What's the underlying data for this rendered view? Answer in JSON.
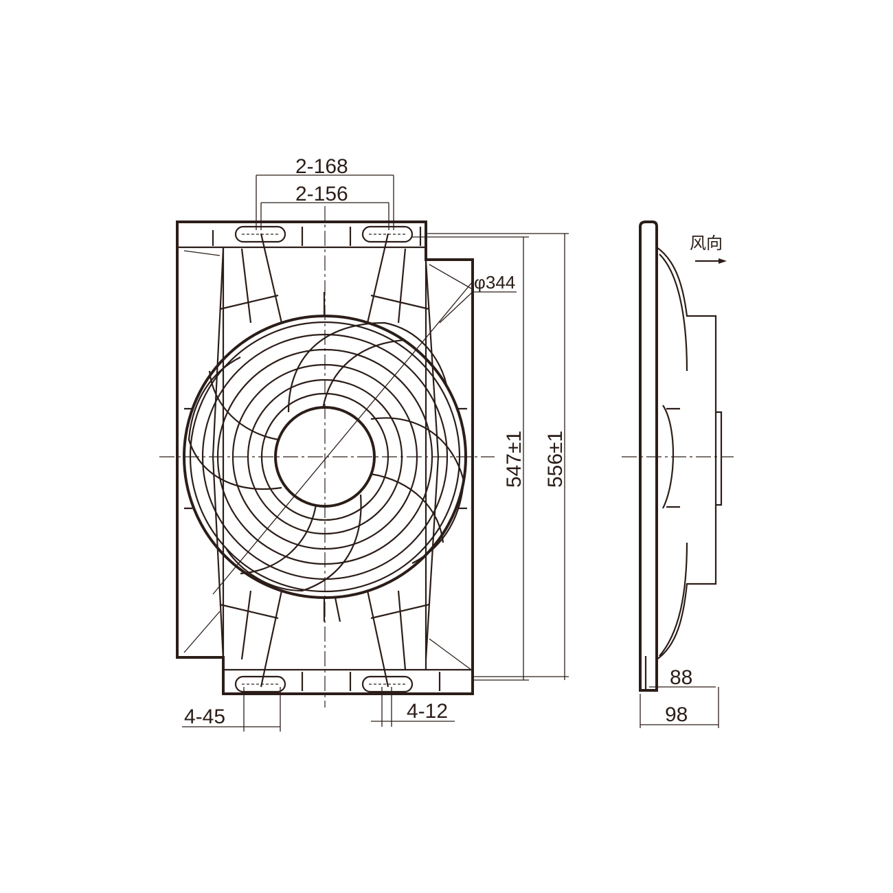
{
  "drawing": {
    "front_view": {
      "dim_top_outer": "2-168",
      "dim_top_inner": "2-156",
      "dim_diameter": "φ344",
      "dim_height_inner": "547±1",
      "dim_height_outer": "556±1",
      "dim_slot_length": "4-45",
      "dim_slot_width": "4-12"
    },
    "side_view": {
      "airflow_label": "风向",
      "dim_depth_inner": "88",
      "dim_depth_outer": "98"
    },
    "line_color": "#2b1d18"
  }
}
